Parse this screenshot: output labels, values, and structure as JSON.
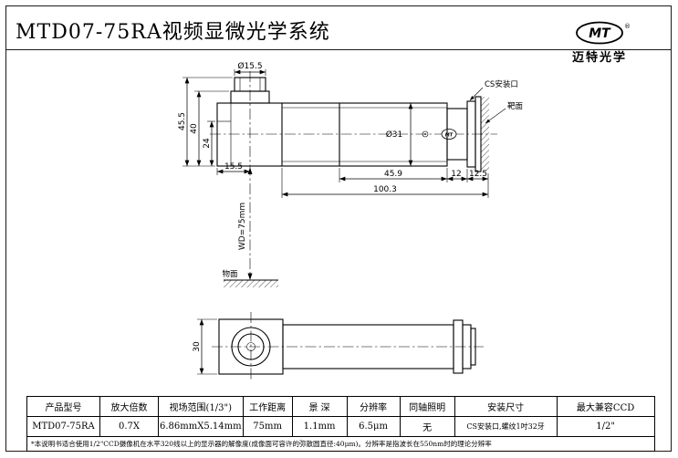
{
  "header": {
    "title": "MTD07-75RA视频显微光学系统",
    "logo": {
      "mark": "MT",
      "registered": "®",
      "company": "迈特光学"
    }
  },
  "drawing": {
    "dims": {
      "phi_front": "Ø15.5",
      "h_total": "45.5",
      "h_mid": "40",
      "h_inner": "24",
      "axis_offset": "15.5",
      "phi_body": "Ø31",
      "body_right": "45.9",
      "neck": "12",
      "flange": "12.5",
      "total_length": "100.3",
      "block_width": "30",
      "working_distance": "WD=75mm"
    },
    "labels": {
      "cs_mount": "CS安装口",
      "target_plane": "靶面",
      "object_plane": "物面",
      "body_logo": "MT"
    }
  },
  "table": {
    "headers": [
      "产品型号",
      "放大倍数",
      "视场范围(1/3\")",
      "工作距离",
      "景 深",
      "分辨率",
      "同轴照明",
      "安装尺寸",
      "最大兼容CCD"
    ],
    "values": [
      "MTD07-75RA",
      "0.7X",
      "6.86mmX5.14mm",
      "75mm",
      "1.1mm",
      "6.5μm",
      "无",
      "CS安装口,螺纹1吋32牙",
      "1/2\""
    ],
    "footnote": "*本说明书适合使用1/2\"CCD摄像机在水平320线以上的显示器的解像度(成像面可容许的弥散圆直径:40μm)。分辨率是指波长在550nm时的理论分辨率"
  }
}
